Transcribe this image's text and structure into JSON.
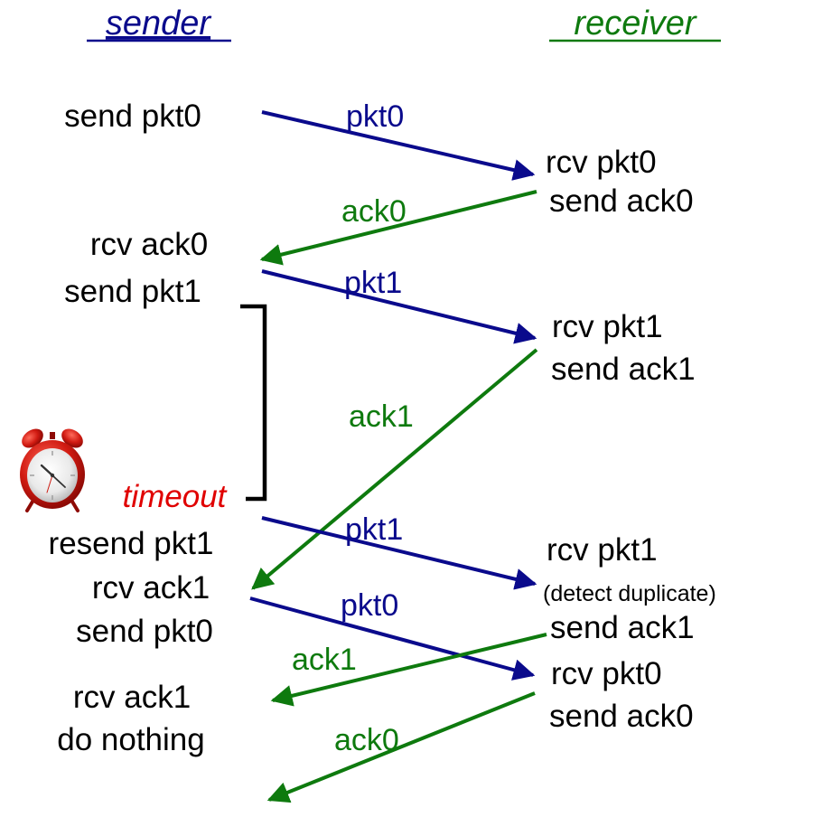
{
  "headers": {
    "sender": "sender",
    "receiver": "receiver"
  },
  "sender_events": [
    {
      "lines": [
        "send pkt0"
      ]
    },
    {
      "lines": [
        "rcv ack0",
        "send pkt1"
      ]
    },
    {
      "lines": [
        "timeout"
      ]
    },
    {
      "lines": [
        "resend pkt1"
      ]
    },
    {
      "lines": [
        "rcv ack1",
        "send pkt0"
      ]
    },
    {
      "lines": [
        "rcv ack1",
        "do nothing"
      ]
    }
  ],
  "receiver_events": [
    {
      "lines": [
        "rcv pkt0",
        "send ack0"
      ]
    },
    {
      "lines": [
        "rcv pkt1",
        "send ack1"
      ]
    },
    {
      "lines": [
        "rcv pkt1",
        "(detect duplicate)",
        "send ack1"
      ]
    },
    {
      "lines": [
        "rcv pkt0",
        "send ack0"
      ]
    }
  ],
  "messages": [
    {
      "label": "pkt0",
      "direction": "sender-to-receiver",
      "kind": "packet"
    },
    {
      "label": "ack0",
      "direction": "receiver-to-sender",
      "kind": "ack"
    },
    {
      "label": "pkt1",
      "direction": "sender-to-receiver",
      "kind": "packet"
    },
    {
      "label": "ack1",
      "direction": "receiver-to-sender",
      "kind": "ack",
      "note": "delayed"
    },
    {
      "label": "pkt1",
      "direction": "sender-to-receiver",
      "kind": "packet",
      "note": "retransmission"
    },
    {
      "label": "pkt0",
      "direction": "sender-to-receiver",
      "kind": "packet"
    },
    {
      "label": "ack1",
      "direction": "receiver-to-sender",
      "kind": "ack"
    },
    {
      "label": "ack0",
      "direction": "receiver-to-sender",
      "kind": "ack",
      "note": "in flight"
    }
  ],
  "timer_icon": "alarm-clock-icon",
  "colors": {
    "text": "#000000",
    "packet": "#0a0a8c",
    "ack": "#0e7a0e",
    "timeout": "#e00000",
    "bracket": "#000000"
  }
}
